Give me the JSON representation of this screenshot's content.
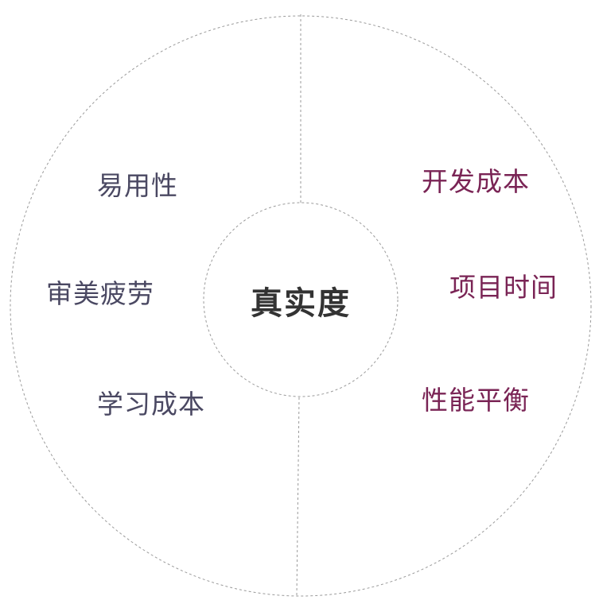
{
  "diagram": {
    "center": {
      "label": "真实度"
    },
    "left_items": [
      {
        "label": "易用性"
      },
      {
        "label": "审美疲劳"
      },
      {
        "label": "学习成本"
      }
    ],
    "right_items": [
      {
        "label": "开发成本"
      },
      {
        "label": "项目时间"
      },
      {
        "label": "性能平衡"
      }
    ],
    "colors": {
      "left_text": "#4a4862",
      "right_text": "#7a2455",
      "center_text": "#333333",
      "stroke": "#999999"
    }
  }
}
